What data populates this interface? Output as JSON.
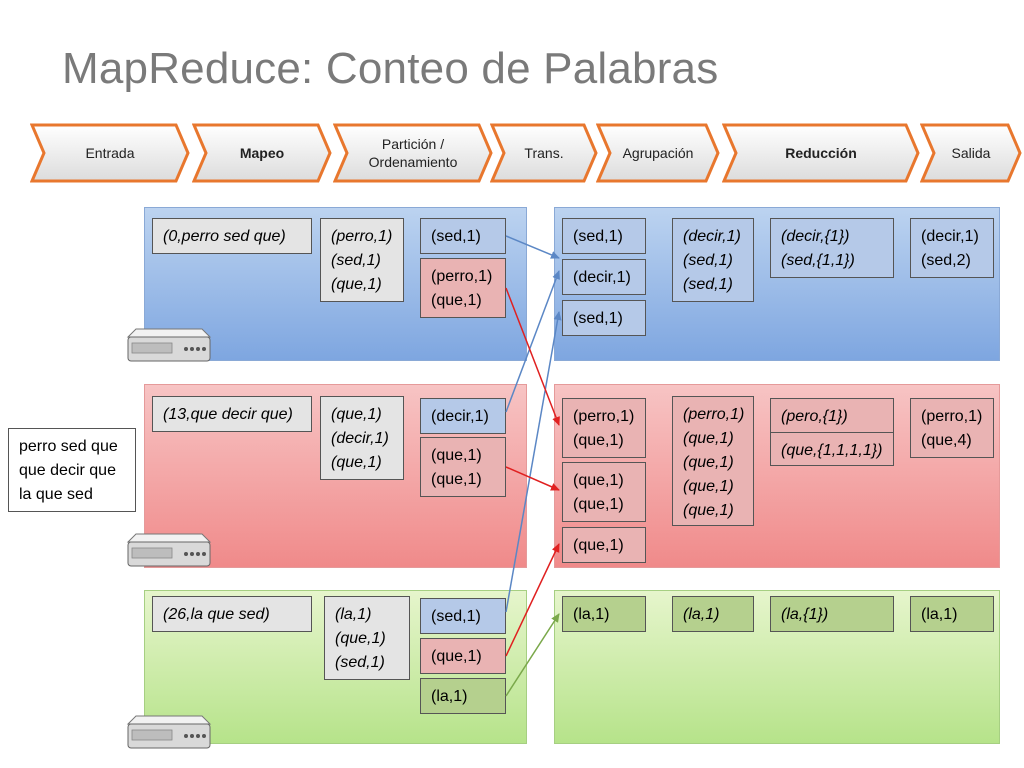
{
  "title": "MapReduce: Conteo de Palabras",
  "pipeline": [
    {
      "label": "Entrada"
    },
    {
      "label": "Mapeo"
    },
    {
      "label": "Partición / Ordenamiento"
    },
    {
      "label": "Trans."
    },
    {
      "label": "Agrupación"
    },
    {
      "label": "Reducción"
    },
    {
      "label": "Salida"
    }
  ],
  "colors": {
    "chevron_stroke": "#e8772e",
    "blue_arrow": "#5b87c5",
    "red_arrow": "#e02020",
    "green_arrow": "#7aa84a"
  },
  "input_text": "perro sed que\nque decir que\nla que sed",
  "rows": [
    {
      "input": "(0,perro sed que)",
      "map": "(perro,1)\n(sed,1)\n(que,1)",
      "partitions": [
        "(sed,1)",
        "(perro,1)\n(que,1)"
      ]
    },
    {
      "input": "(13,que decir que)",
      "map": "(que,1)\n(decir,1)\n(que,1)",
      "partitions": [
        "(decir,1)",
        "(que,1)\n(que,1)"
      ]
    },
    {
      "input": "(26,la que sed)",
      "map": "(la,1)\n(que,1)\n(sed,1)",
      "partitions": [
        "(sed,1)",
        "(que,1)",
        "(la,1)"
      ]
    }
  ],
  "reducers": [
    {
      "received": [
        "(sed,1)",
        "(decir,1)",
        "(sed,1)"
      ],
      "grouped": "(decir,1)\n(sed,1)\n(sed,1)",
      "reduced": "(decir,{1})\n(sed,{1,1})",
      "output": "(decir,1)\n(sed,2)"
    },
    {
      "received": [
        "(perro,1)\n(que,1)",
        "(que,1)\n(que,1)",
        "(que,1)"
      ],
      "grouped": "(perro,1)\n(que,1)\n(que,1)\n(que,1)\n(que,1)",
      "reduced": [
        "(pero,{1})",
        "(que,{1,1,1,1})"
      ],
      "output": "(perro,1)\n(que,4)"
    },
    {
      "received": [
        "(la,1)"
      ],
      "grouped": "(la,1)",
      "reduced": "(la,{1})",
      "output": "(la,1)"
    }
  ]
}
